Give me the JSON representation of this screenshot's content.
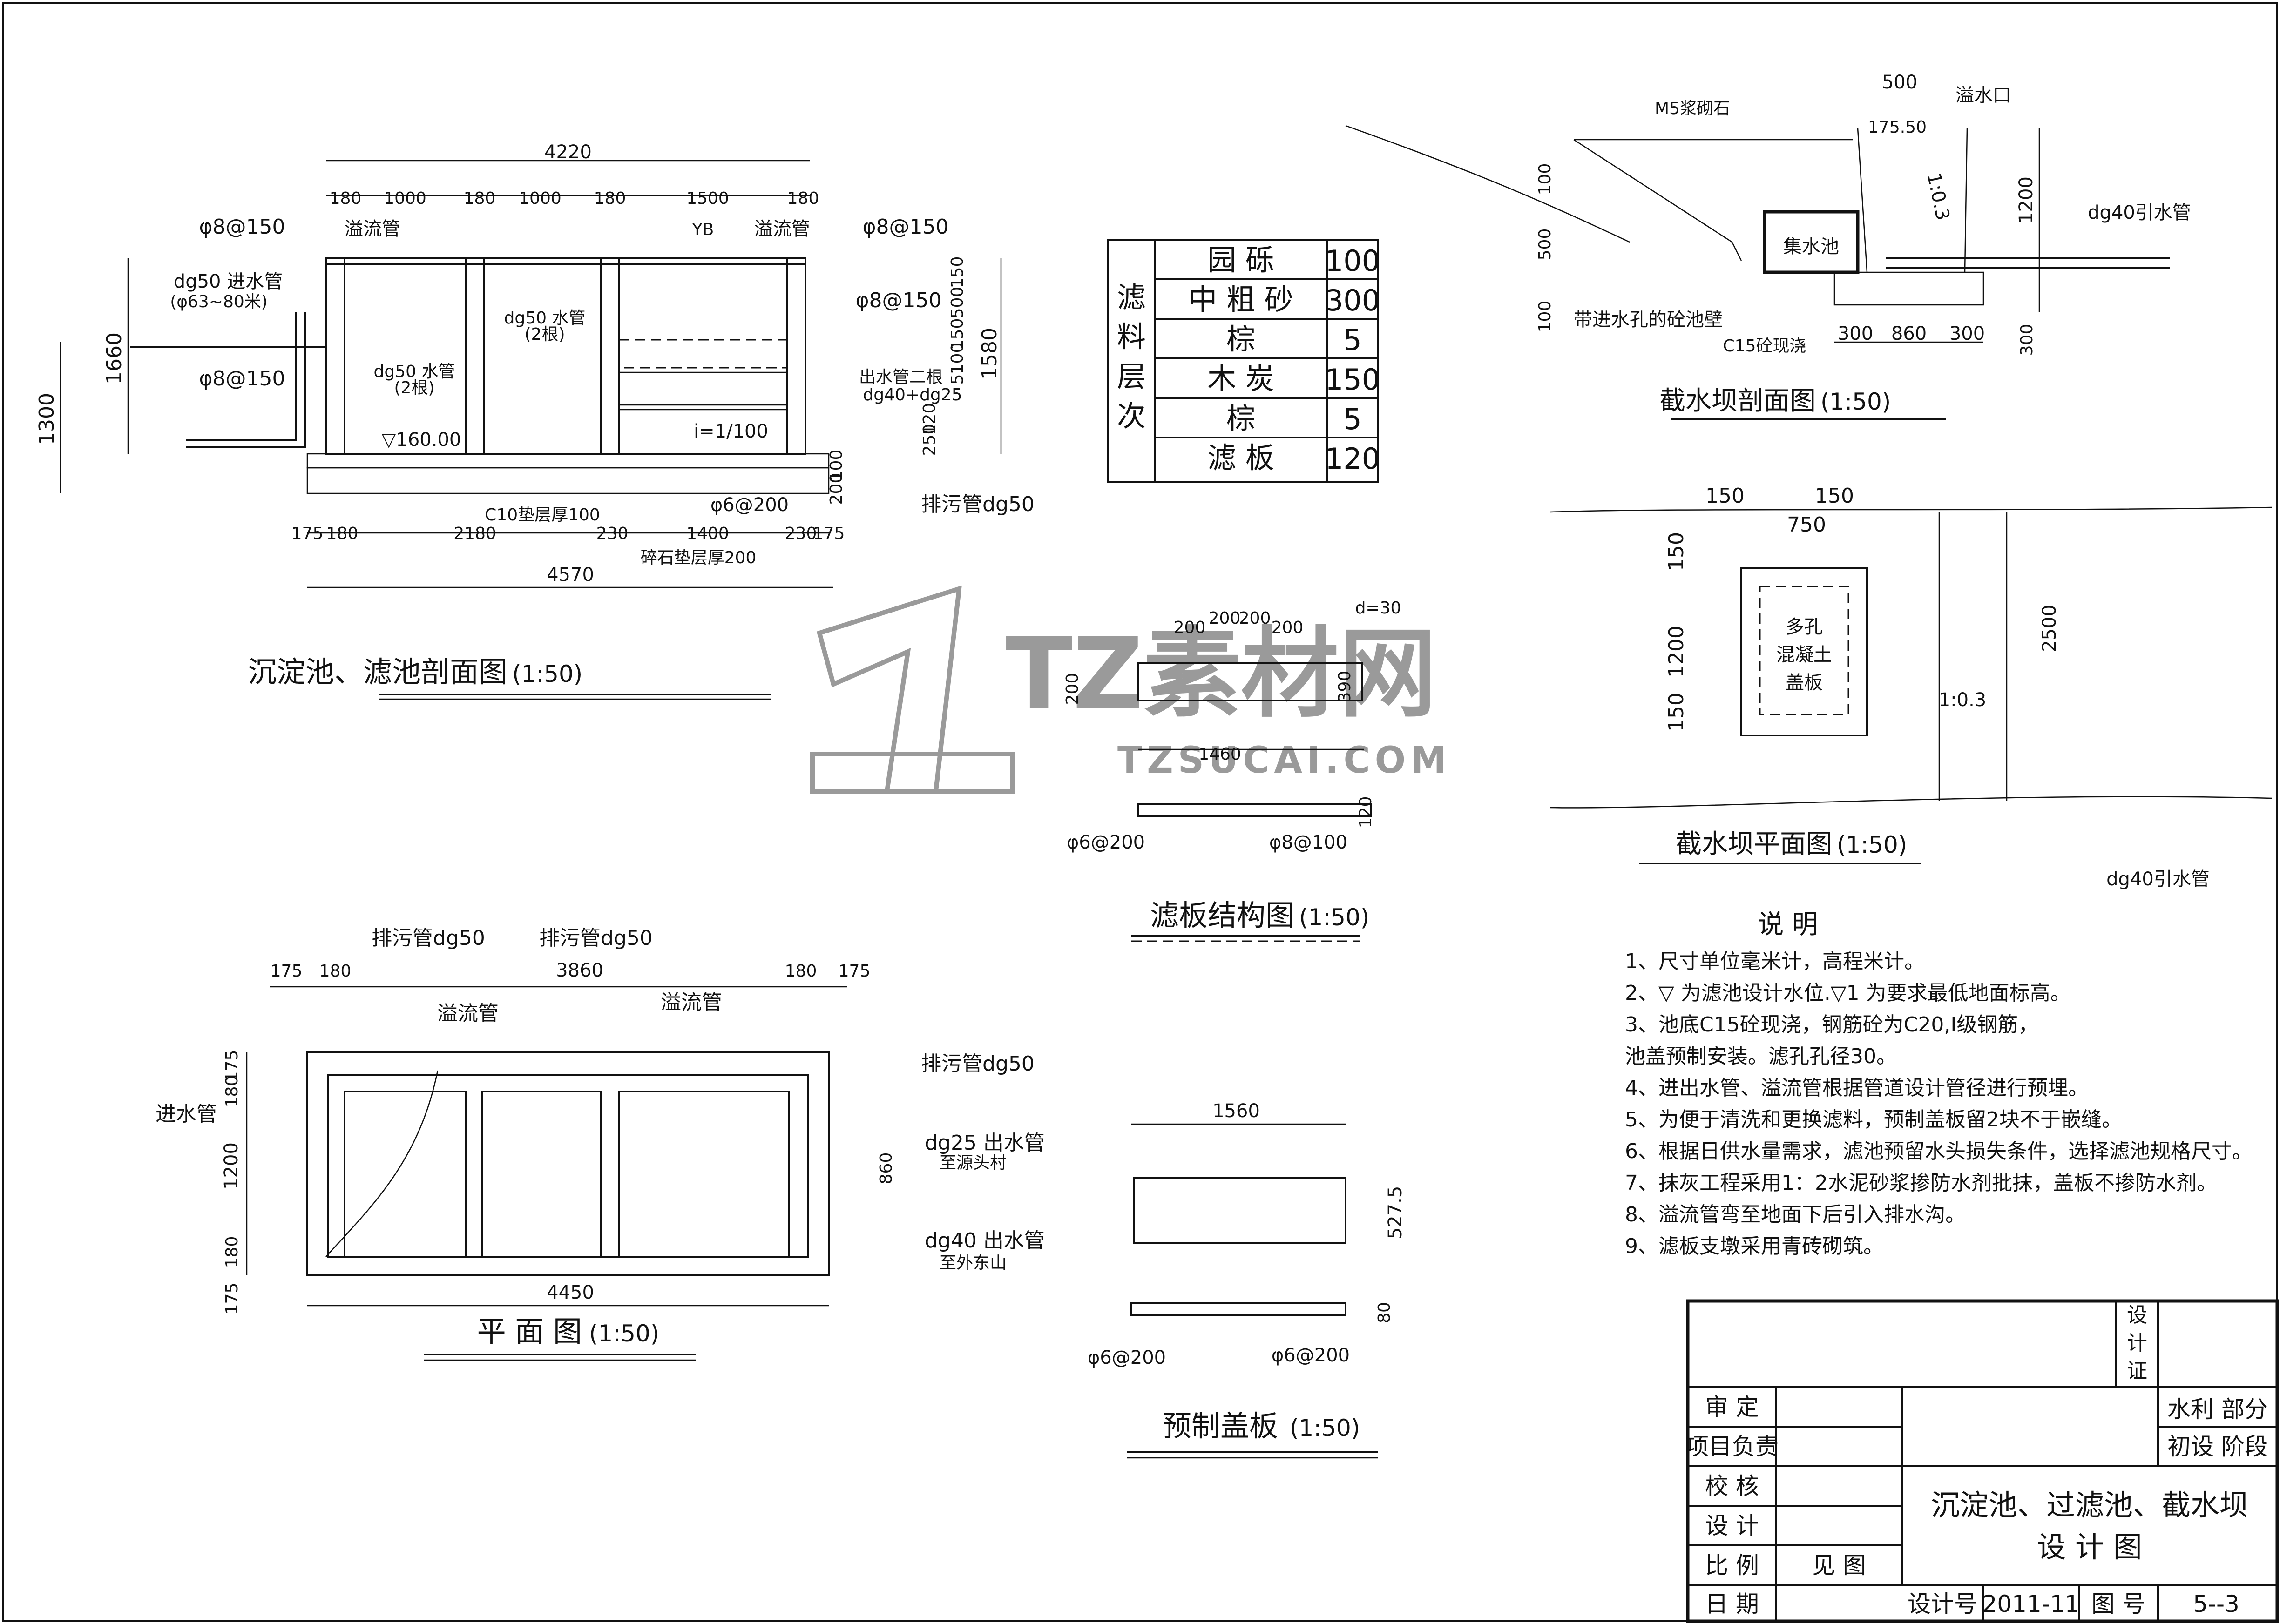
{
  "section_drawing": {
    "title": "沉淀池、滤池剖面图",
    "scale": "(1:50)",
    "top_total": "4220",
    "top_dims": [
      "180",
      "1000",
      "180",
      "1000",
      "180",
      "1500",
      "180"
    ],
    "labels": {
      "overflow_left": "溢流管",
      "overflow_right": "溢流管",
      "yb": "YB",
      "rebar_tl": "φ8@150",
      "rebar_tr": "φ8@150",
      "rebar_r2": "φ8@150",
      "rebar_l2": "φ8@150",
      "inlet": "dg50 进水管",
      "inlet_sub": "(φ63~80米)",
      "mid_pipe": "dg50 水管",
      "mid_pipe_sub": "(2根)",
      "left_pipe": "dg50 水管",
      "left_pipe_sub": "(2根)",
      "level": "▽160.00",
      "outlet": "出水管二根",
      "outlet_sub": "dg40+dg25",
      "slope": "i=1/100",
      "rebar_bottom": "φ6@200",
      "drain": "排污管dg50",
      "cushion_c10": "C10垫层厚100",
      "cushion_stone": "碎石垫层厚200"
    },
    "left_dims": [
      "1660",
      "1300"
    ],
    "right_dims": [
      "150",
      "500",
      "150",
      "100",
      "5",
      "1580",
      "120",
      "250",
      "100",
      "200"
    ],
    "bottom_dims": [
      "175",
      "180",
      "2180",
      "230",
      "1400",
      "230",
      "175"
    ],
    "bottom_total": "4570"
  },
  "filter_table": {
    "header": [
      "滤",
      "料",
      "层",
      "次"
    ],
    "rows": [
      {
        "name": "园 砾",
        "value": "100"
      },
      {
        "name": "中 粗 砂",
        "value": "300"
      },
      {
        "name": "棕",
        "value": "5"
      },
      {
        "name": "木 炭",
        "value": "150"
      },
      {
        "name": "棕",
        "value": "5"
      },
      {
        "name": "滤 板",
        "value": "120"
      }
    ]
  },
  "filter_plate": {
    "title": "滤板结构图",
    "scale": "(1:50)",
    "dims": [
      "200",
      "200",
      "200",
      "200",
      "d=30",
      "200",
      "390",
      "1460",
      "120"
    ],
    "rebar_left": "φ6@200",
    "rebar_right": "φ8@100"
  },
  "plan_drawing": {
    "title": "平 面 图",
    "scale": "(1:50)",
    "top_dims": [
      "175",
      "180",
      "3860",
      "180",
      "175"
    ],
    "labels": {
      "drain1": "排污管dg50",
      "drain2": "排污管dg50",
      "drain3": "排污管dg50",
      "overflow1": "溢流管",
      "overflow2": "溢流管",
      "inlet": "进水管",
      "out25": "dg25 出水管",
      "out25_sub": "至源头村",
      "out40": "dg40 出水管",
      "out40_sub": "至外东山"
    },
    "left_dims": [
      "175",
      "180",
      "1200",
      "180",
      "175"
    ],
    "right_dim": "860",
    "bottom_total": "4450"
  },
  "cover_plate": {
    "title": "预制盖板",
    "scale": "(1:50)",
    "width": "1560",
    "height": "527.5",
    "thick": "80",
    "rebar_left": "φ6@200",
    "rebar_right": "φ6@200"
  },
  "dam_section": {
    "title": "截水坝剖面图",
    "scale": "(1:50)",
    "labels": {
      "stone": "M5浆砌石",
      "spill": "溢水口",
      "level": "175.50",
      "tank": "集水池",
      "slope": "1:0.3",
      "pipe": "dg40引水管",
      "wall": "带进水孔的砼池壁",
      "concrete": "C15砼现浇"
    },
    "dims": [
      "500",
      "1200",
      "100",
      "500",
      "100",
      "300",
      "860",
      "300",
      "300"
    ]
  },
  "dam_plan": {
    "title": "截水坝平面图",
    "scale": "(1:50)",
    "cover": [
      "多孔",
      "混凝土",
      "盖板"
    ],
    "dims": [
      "150",
      "750",
      "150",
      "150",
      "1200",
      "150",
      "2500"
    ],
    "slope": "1:0.3",
    "pipe": "dg40引水管"
  },
  "notes": {
    "heading": "说  明",
    "items": [
      "1、尺寸单位毫米计，高程米计。",
      "2、▽ 为滤池设计水位.▽1 为要求最低地面标高。",
      "3、池底C15砼现浇，钢筋砼为C20,Ⅰ级钢筋，",
      "    池盖预制安装。滤孔孔径30。",
      "4、进出水管、溢流管根据管道设计管径进行预埋。",
      "5、为便于清洗和更换滤料，预制盖板留2块不于嵌缝。",
      "6、根据日供水量需求，滤池预留水头损失条件，选择滤池规格尺寸。",
      "7、抹灰工程采用1：2水泥砂浆掺防水剂批抹，盖板不掺防水剂。",
      "8、溢流管弯至地面下后引入排水沟。",
      "9、滤板支墩采用青砖砌筑。"
    ]
  },
  "title_block": {
    "cert": [
      "设",
      "计",
      "证"
    ],
    "rows": [
      "审  定",
      "项目负责",
      "校  核",
      "设  计",
      "比  例",
      "日  期"
    ],
    "scale_value": "见 图",
    "dept1": "水利 部分",
    "dept2": "初设 阶段",
    "drawing_title_1": "沉淀池、过滤池、截水坝",
    "drawing_title_2": "设 计 图",
    "design_no_label": "设计号",
    "design_no": "2011-11",
    "drawing_no_label": "图 号",
    "drawing_no": "5--3"
  },
  "watermark": {
    "brand": "TZ素材网",
    "url": "TZSUCAI.COM"
  }
}
